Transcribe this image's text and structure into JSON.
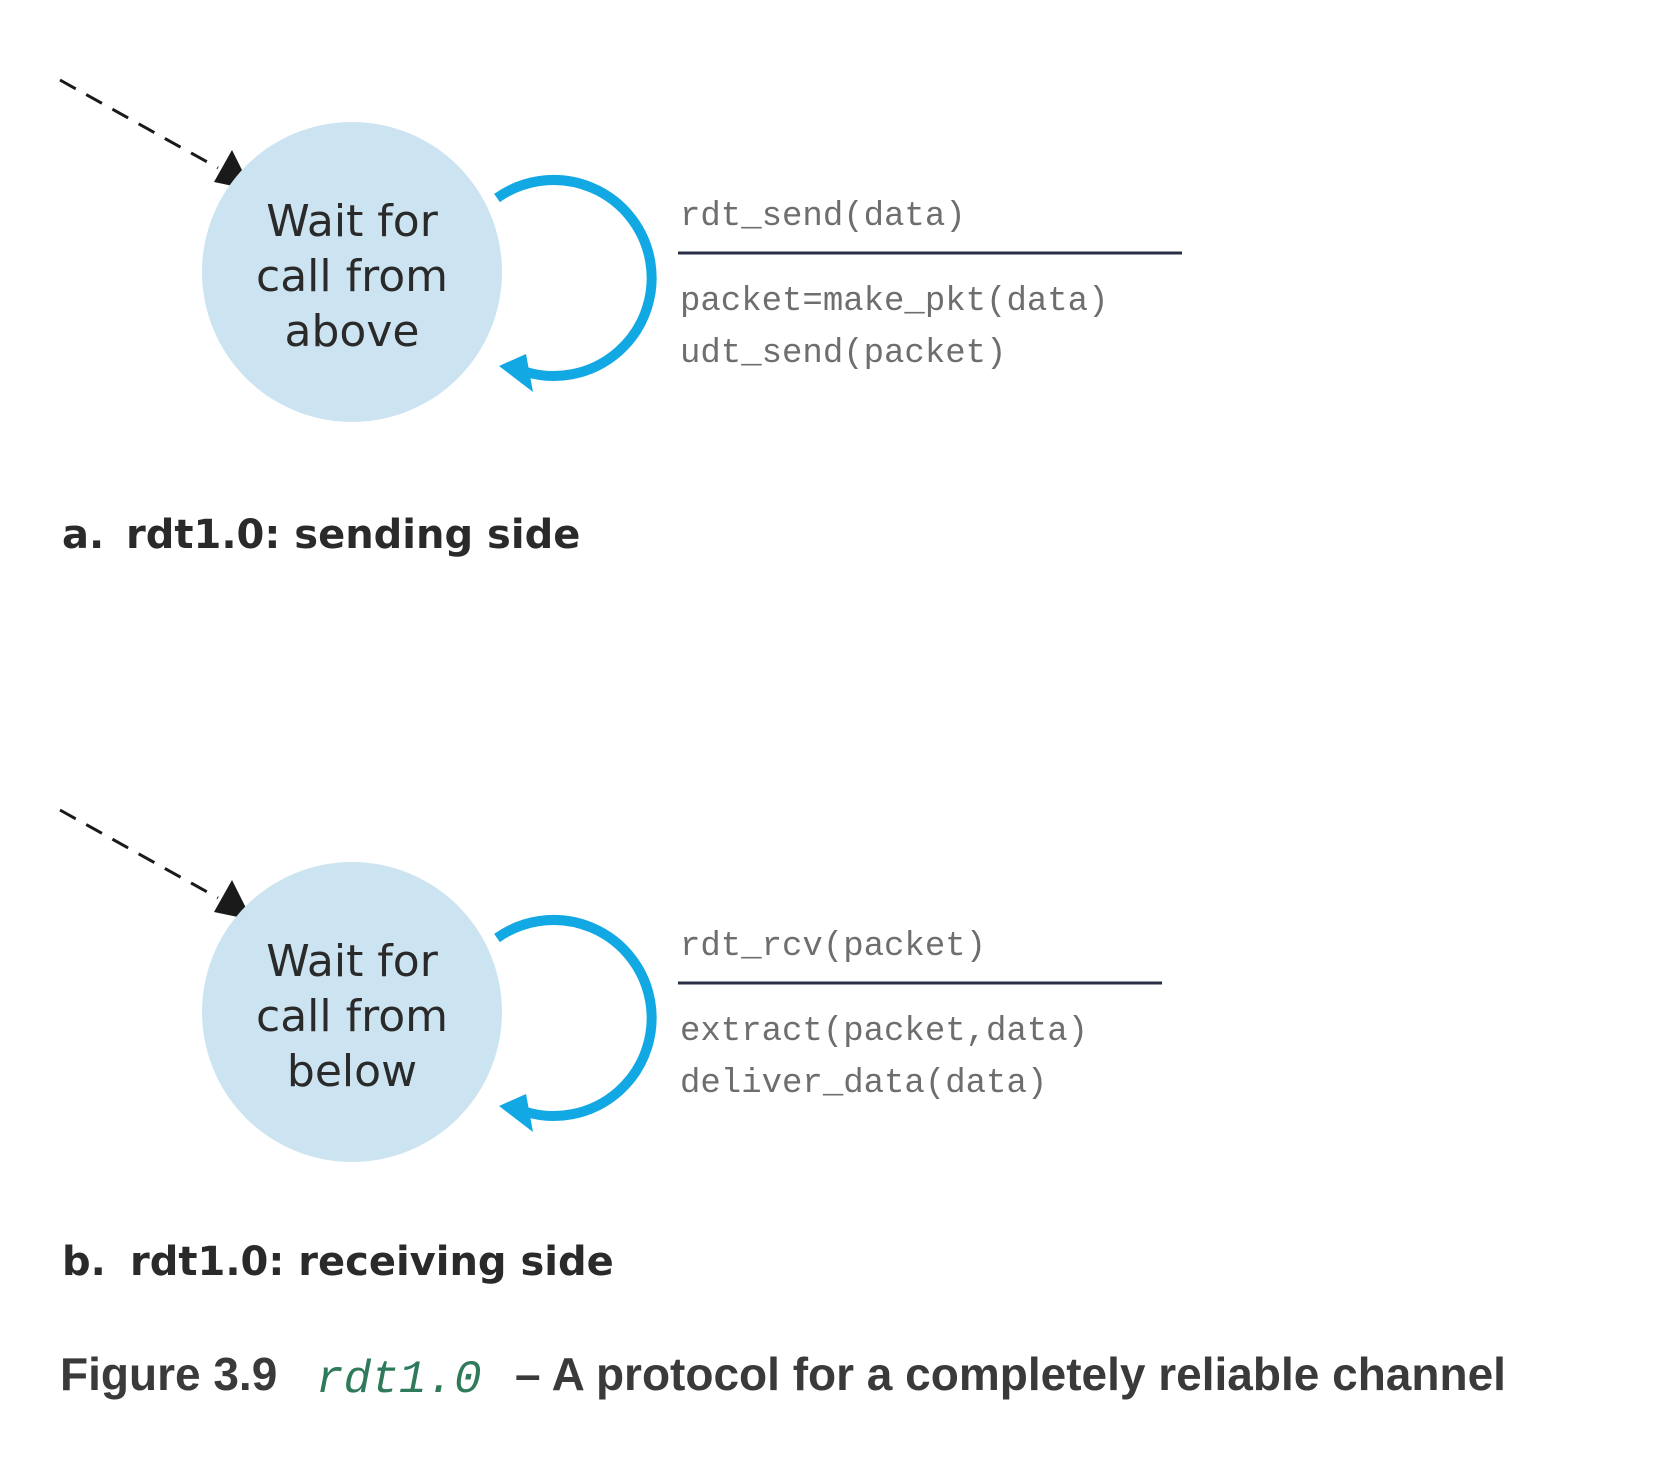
{
  "panels": [
    {
      "state_lines": [
        "Wait for",
        "call from",
        "above"
      ],
      "event": "rdt_send(data)",
      "actions": [
        "packet=make_pkt(data)",
        "udt_send(packet)"
      ],
      "caption_letter": "a.",
      "caption_text": "rdt1.0: sending side"
    },
    {
      "state_lines": [
        "Wait for",
        "call from",
        "below"
      ],
      "event": "rdt_rcv(packet)",
      "actions": [
        "extract(packet,data)",
        "deliver_data(data)"
      ],
      "caption_letter": "b.",
      "caption_text": "rdt1.0: receiving side"
    }
  ],
  "figure": {
    "label": "Figure 3.9",
    "code": "rdt1.0",
    "text": "– A protocol for a completely reliable channel"
  },
  "colors": {
    "state_fill": "#cce4f1",
    "loop_arrow": "#12a8e3",
    "divider": "#2a2f45",
    "dashed_arrow": "#1a1a1a"
  }
}
